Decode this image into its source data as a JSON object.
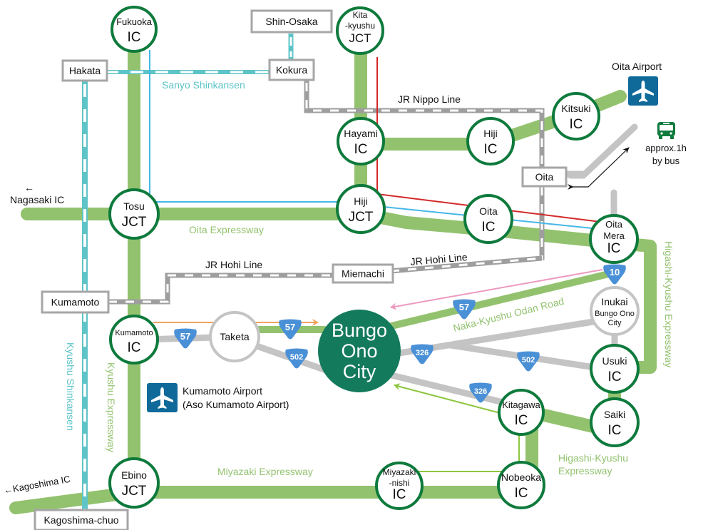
{
  "title": "Access map to Bungo Ono City",
  "colors": {
    "expressway": "#93c26f",
    "ic_ring": "#0e7a3c",
    "city_fill": "#147a5c",
    "shinkansen": "#5ec4c8",
    "jr_line": "#9e9e9e",
    "national_road": "#c4c4c4",
    "route_shield": "#4a90d6",
    "airport": "#0f6a9a",
    "red_line": "#d42a2a",
    "blue_line": "#45b7e8",
    "orange_arrow": "#f2a25e",
    "pink_arrow": "#ec9ac0",
    "lime_arrow": "#8dc63f",
    "expressway_label": "#93c26f",
    "shinkansen_label": "#5ec4c8"
  },
  "center": {
    "lines": [
      "Bungo",
      "Ono",
      "City"
    ]
  },
  "interchanges": [
    {
      "id": "fukuoka-ic",
      "lines": [
        "Fukuoka",
        "IC"
      ]
    },
    {
      "id": "kitakyushu-jct",
      "lines": [
        "Kita",
        "-kyushu",
        "JCT"
      ]
    },
    {
      "id": "hayami-ic",
      "lines": [
        "Hayami",
        "IC"
      ]
    },
    {
      "id": "hiji-ic",
      "lines": [
        "Hiji",
        "IC"
      ]
    },
    {
      "id": "kitsuki-ic",
      "lines": [
        "Kitsuki",
        "IC"
      ]
    },
    {
      "id": "tosu-jct",
      "lines": [
        "Tosu",
        "JCT"
      ]
    },
    {
      "id": "hiji-jct",
      "lines": [
        "Hiji",
        "JCT"
      ]
    },
    {
      "id": "oita-ic",
      "lines": [
        "Oita",
        "IC"
      ]
    },
    {
      "id": "oita-mera-ic",
      "lines": [
        "Oita",
        "Mera",
        "IC"
      ]
    },
    {
      "id": "kumamoto-ic",
      "lines": [
        "Kumamoto",
        "IC"
      ]
    },
    {
      "id": "usuki-ic",
      "lines": [
        "Usuki",
        "IC"
      ]
    },
    {
      "id": "saiki-ic",
      "lines": [
        "Saiki",
        "IC"
      ]
    },
    {
      "id": "kitagawa-ic",
      "lines": [
        "Kitagawa",
        "IC"
      ]
    },
    {
      "id": "ebino-jct",
      "lines": [
        "Ebino",
        "JCT"
      ]
    },
    {
      "id": "miyazaki-nishi-ic",
      "lines": [
        "Miyazaki",
        "-nishi",
        "IC"
      ]
    },
    {
      "id": "nobeoka-ic",
      "lines": [
        "Nobeoka",
        "IC"
      ]
    }
  ],
  "towns": [
    {
      "id": "taketa",
      "lines": [
        "Taketa"
      ]
    },
    {
      "id": "inukai",
      "lines": [
        "Inukai",
        "Bungo Ono",
        "City"
      ]
    }
  ],
  "stations": [
    {
      "id": "shin-osaka",
      "label": "Shin-Osaka"
    },
    {
      "id": "hakata",
      "label": "Hakata"
    },
    {
      "id": "kokura",
      "label": "Kokura"
    },
    {
      "id": "oita",
      "label": "Oita"
    },
    {
      "id": "miemachi",
      "label": "Miemachi"
    },
    {
      "id": "kumamoto",
      "label": "Kumamoto"
    },
    {
      "id": "kagoshima-chuo",
      "label": "Kagoshima-chuo"
    }
  ],
  "route_shields": [
    {
      "id": "r10",
      "number": "10"
    },
    {
      "id": "r57-kumamoto",
      "number": "57"
    },
    {
      "id": "r57-taketa",
      "number": "57"
    },
    {
      "id": "r57-odan",
      "number": "57"
    },
    {
      "id": "r502-taketa",
      "number": "502"
    },
    {
      "id": "r326-east",
      "number": "326"
    },
    {
      "id": "r502-east",
      "number": "502"
    },
    {
      "id": "r326-south",
      "number": "326"
    }
  ],
  "line_labels": {
    "sanyo_shinkansen": "Sanyo Shinkansen",
    "jr_nippo": "JR Nippo Line",
    "jr_hohi_west": "JR Hohi Line",
    "jr_hohi_east": "JR Hohi Line",
    "oita_expressway": "Oita Expressway",
    "kyushu_expressway": "Kyushu Expressway",
    "kyushu_shinkansen": "Kyushu Shinkansen",
    "miyazaki_expressway": "Miyazaki Expressway",
    "higashi_kyushu_east": "Higashi-Kyushu Expressway",
    "higashi_kyushu_south_1": "Higashi-Kyushu",
    "higashi_kyushu_south_2": "Expressway",
    "naka_kyushu_odan": "Naka-Kyushu Odan Road"
  },
  "destinations": {
    "nagasaki_arrow": "←",
    "nagasaki": "Nagasaki IC",
    "kagoshima": "←Kagoshima IC"
  },
  "airports": {
    "oita": {
      "label": "Oita Airport",
      "icon": "airplane-icon"
    },
    "kumamoto": {
      "label_1": "Kumamoto Airport",
      "label_2": "(Aso Kumamoto Airport)",
      "icon": "airplane-icon"
    }
  },
  "bus": {
    "icon": "bus-icon",
    "line_1": "approx.1h",
    "line_2": "by bus"
  }
}
